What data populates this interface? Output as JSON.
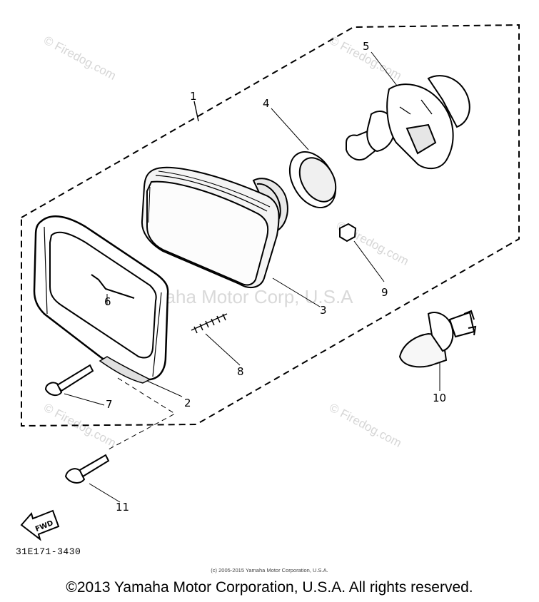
{
  "diagram": {
    "callouts": [
      "1",
      "2",
      "3",
      "4",
      "5",
      "6",
      "7",
      "8",
      "9",
      "10",
      "11"
    ],
    "fwd_label": "FWD",
    "part_code": "31E171-3430",
    "watermark_text": "© Firedog.com",
    "watermark_center": "Yamaha Motor Corp, U.S.A",
    "small_copyright": "(c) 2005-2015 Yamaha Motor Corporation, U.S.A.",
    "copyright": "©2013 Yamaha Motor Corporation, U.S.A. All rights reserved."
  }
}
